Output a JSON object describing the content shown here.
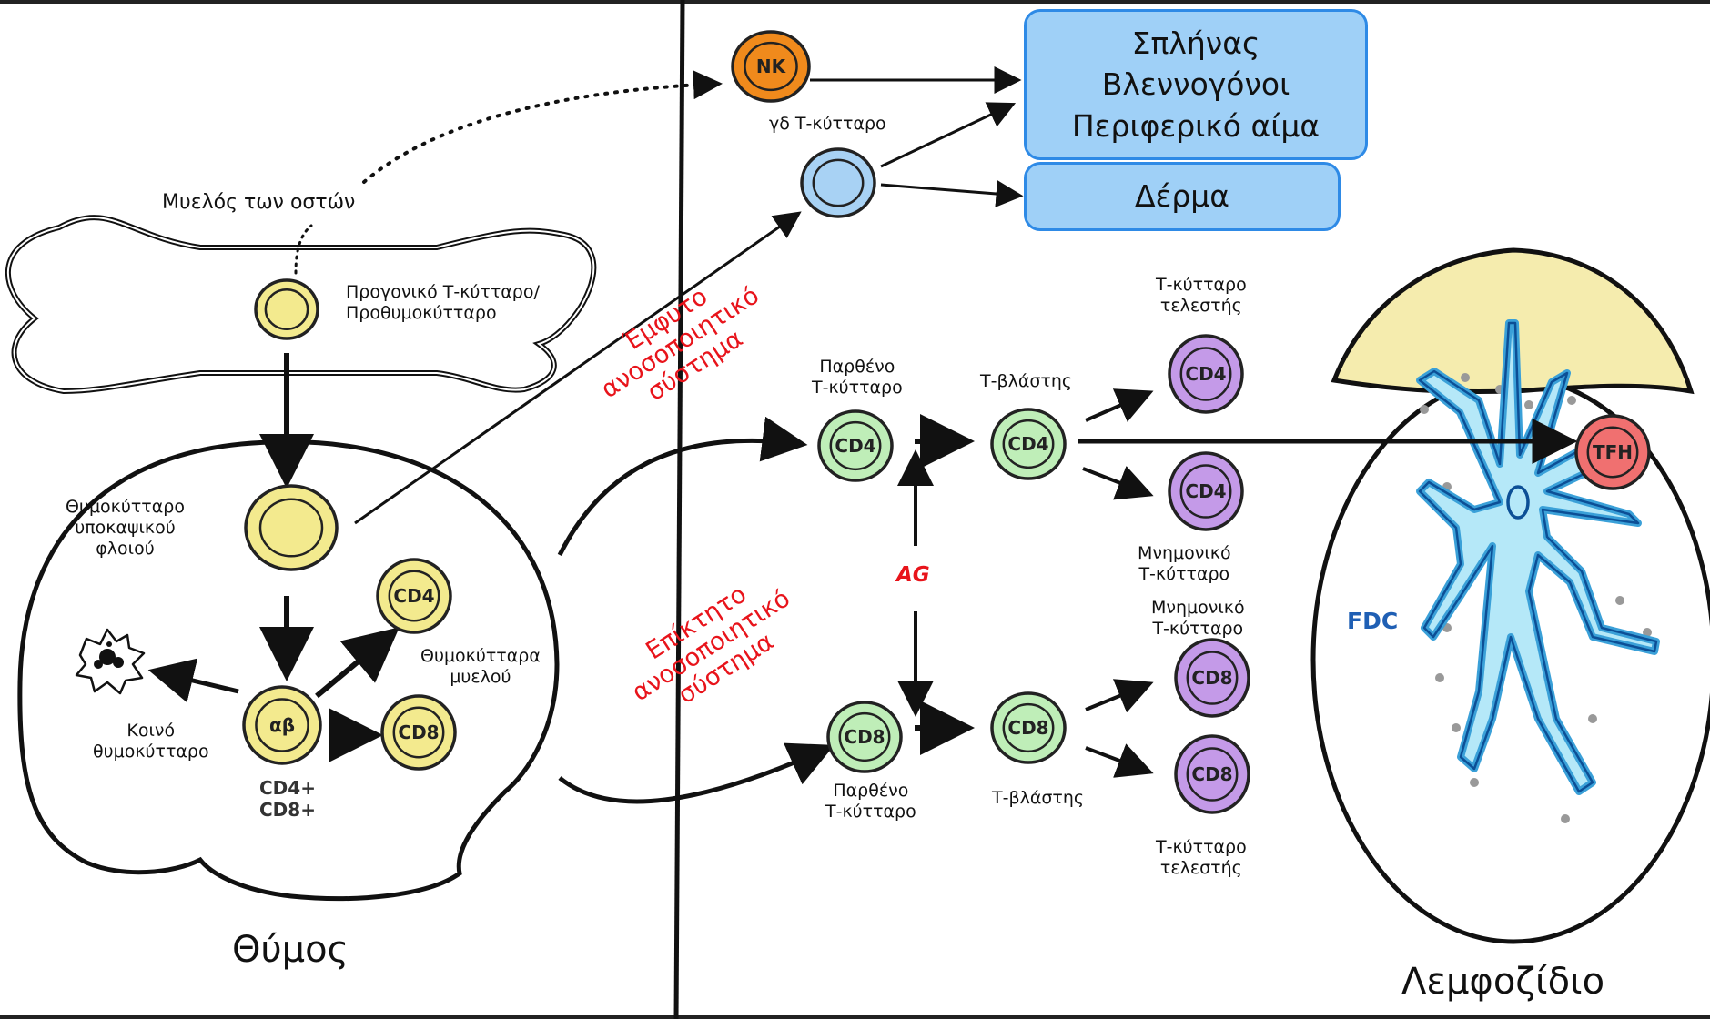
{
  "labels": {
    "bone_marrow": "Μυελός των οστών",
    "progenitor": [
      "Προγονικό Τ-κύτταρο/",
      "Προθυμοκύτταρο"
    ],
    "subcapsular": [
      "Θυμοκύτταρο",
      "υποκαψικού",
      "φλοιού"
    ],
    "medullary": [
      "Θυμοκύτταρα",
      "μυελού"
    ],
    "common": [
      "Κοινό",
      "θυμοκύτταρο"
    ],
    "cd4cd8": [
      "CD4+",
      "CD8+"
    ],
    "thymus": "Θύμος",
    "gd": "γδ Τ-κύτταρο",
    "innate": [
      "Έμφυτο",
      "ανοσοποιητικό",
      "σύστημα"
    ],
    "adaptive": [
      "Επίκτητο",
      "ανοσοποιητικό",
      "σύστημα"
    ],
    "naive_top": [
      "Παρθένο",
      "Τ-κύτταρο"
    ],
    "naive_bottom": [
      "Παρθένο",
      "Τ-κύτταρο"
    ],
    "blast_top": "Τ-βλάστης",
    "blast_bottom": "Τ-βλάστης",
    "effector_top": [
      "Τ-κύτταρο",
      "τελεστής"
    ],
    "memory_top": [
      "Μνημονικό",
      "Τ-κύτταρο"
    ],
    "memory_bottom": [
      "Μνημονικό",
      "Τ-κύτταρο"
    ],
    "effector_bottom": [
      "Τ-κύτταρο",
      "τελεστής"
    ],
    "ag": "AG",
    "fdc": "FDC",
    "lymph_node": "Λεμφοζίδιο"
  },
  "boxes": {
    "tissues": [
      "Σπλήνας",
      "Βλεννογόνοι",
      "Περιφερικό αίμα"
    ],
    "skin": "Δέρμα"
  },
  "cells": {
    "nk": "NK",
    "ab": "αβ",
    "cd4": "CD4",
    "cd8": "CD8",
    "tfh": "TFH"
  },
  "colors": {
    "yellow_cell": "#f3ea8e",
    "green_cell": "#bfeeb8",
    "purple_cell": "#c49ae8",
    "blue_cell": "#a8d2f4",
    "orange_cell": "#f08a1c",
    "red_cell": "#f07070",
    "box_fill": "#9fd0f7",
    "box_border": "#2e8ae6",
    "accent_red": "#e8141b",
    "fdc_blue": "#1f5fb4"
  }
}
